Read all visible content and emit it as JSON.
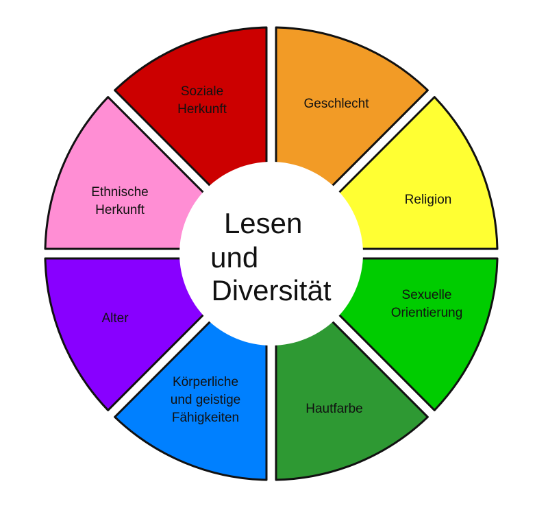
{
  "diagram": {
    "center": {
      "lines": [
        "Lesen",
        "und",
        "Diversität"
      ]
    },
    "segments": [
      {
        "id": "geschlecht",
        "lines": [
          "Geschlecht"
        ],
        "color": "#F29B26"
      },
      {
        "id": "religion",
        "lines": [
          "Religion"
        ],
        "color": "#FFFF33"
      },
      {
        "id": "sexuelle-orientierung",
        "lines": [
          "Sexuelle",
          "Orientierung"
        ],
        "color": "#00CC00"
      },
      {
        "id": "hautfarbe",
        "lines": [
          "Hautfarbe"
        ],
        "color": "#2E9933"
      },
      {
        "id": "faehigkeiten",
        "lines": [
          "Körperliche",
          "und geistige",
          "Fähigkeiten"
        ],
        "color": "#0080FF"
      },
      {
        "id": "alter",
        "lines": [
          "Alter"
        ],
        "color": "#8800FF"
      },
      {
        "id": "ethnische-herkunft",
        "lines": [
          "Ethnische",
          "Herkunft"
        ],
        "color": "#FF8ED4"
      },
      {
        "id": "soziale-herkunft",
        "lines": [
          "Soziale",
          "Herkunft"
        ],
        "color": "#CC0000"
      }
    ]
  }
}
